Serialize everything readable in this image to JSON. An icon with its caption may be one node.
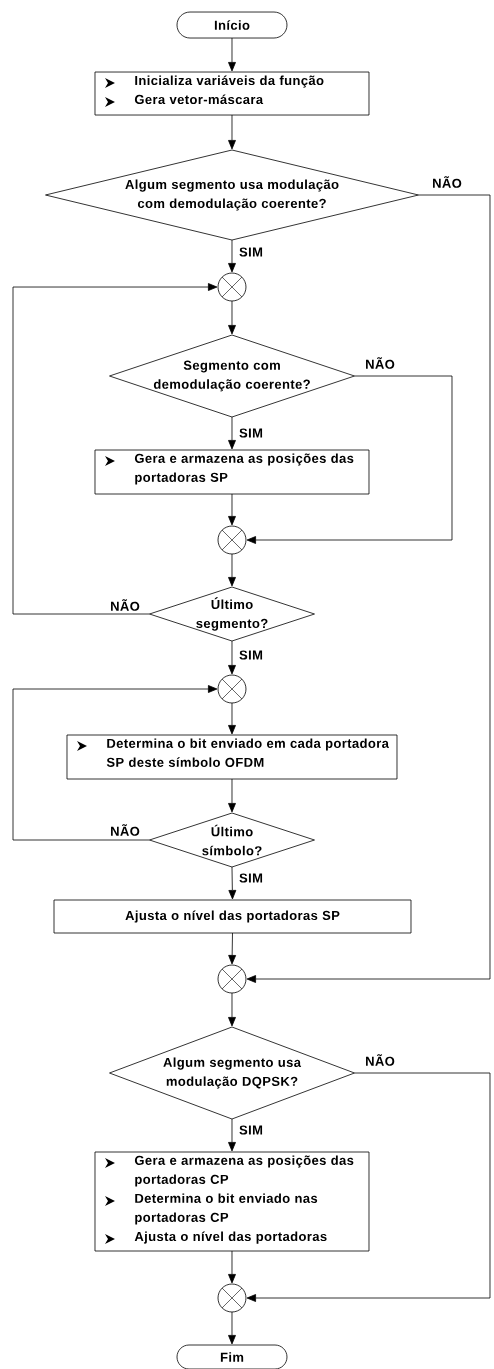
{
  "diagram": {
    "nodes": [
      {
        "text": [
          "Início"
        ]
      },
      {
        "text": [
          "Inicializa variáveis da função",
          "Gera vetor-máscara"
        ]
      },
      {
        "text": [
          "Algum segmento usa modulação com demodulação coerente?"
        ]
      },
      {
        "text": [],
        "shape": "circle"
      },
      {
        "text": [
          "Segmento com demodulação coerente?"
        ]
      },
      {
        "text": [
          "Gera e armazena as posições das portadoras SP"
        ]
      },
      {
        "text": [],
        "shape": "circle"
      },
      {
        "text": [
          "Último segmento?"
        ]
      },
      {
        "text": [],
        "shape": "circle"
      },
      {
        "text": [
          "Determina o bit enviado em cada portadora SP deste símbolo OFDM"
        ]
      },
      {
        "text": [
          "Último símbolo?"
        ]
      },
      {
        "text": [
          "Ajusta o nível das portadoras SP"
        ]
      },
      {
        "text": [],
        "shape": "circle"
      },
      {
        "text": [
          "Algum segmento usa modulação DQPSK?"
        ]
      },
      {
        "text": [
          "Gera e armazena as posições das portadoras CP",
          "Determina o bit enviado nas portadoras CP",
          "Ajusta o nível das portadoras"
        ]
      },
      {
        "text": [],
        "shape": "circle"
      },
      {
        "text": [
          "Fim"
        ]
      }
    ],
    "edges": [
      {
        "from": 0,
        "to": 1,
        "arrow": "to"
      },
      {
        "from": 1,
        "to": 2,
        "arrow": "to"
      },
      {
        "from": 2,
        "to": 3,
        "arrow": "to",
        "label": "SIM"
      },
      {
        "from": 2,
        "to": 12,
        "arrow": "to",
        "label": "NÃO"
      },
      {
        "from": 3,
        "to": 4,
        "arrow": "to"
      },
      {
        "from": 4,
        "to": 5,
        "arrow": "to",
        "label": "SIM"
      },
      {
        "from": 4,
        "to": 6,
        "arrow": "to",
        "label": "NÃO"
      },
      {
        "from": 5,
        "to": 6,
        "arrow": "to"
      },
      {
        "from": 6,
        "to": 7,
        "arrow": "to"
      },
      {
        "from": 7,
        "to": 3,
        "arrow": "to",
        "label": "NÃO"
      },
      {
        "from": 7,
        "to": 8,
        "arrow": "to",
        "label": "SIM"
      },
      {
        "from": 8,
        "to": 9,
        "arrow": "to"
      },
      {
        "from": 9,
        "to": 10,
        "arrow": "to"
      },
      {
        "from": 10,
        "to": 8,
        "arrow": "to",
        "label": "NÃO"
      },
      {
        "from": 10,
        "to": 11,
        "arrow": "to",
        "label": "SIM"
      },
      {
        "from": 11,
        "to": 12,
        "arrow": "to"
      },
      {
        "from": 12,
        "to": 13,
        "arrow": "to"
      },
      {
        "from": 13,
        "to": 14,
        "arrow": "to",
        "label": "SIM"
      },
      {
        "from": 13,
        "to": 15,
        "arrow": "to",
        "label": "NÃO"
      },
      {
        "from": 14,
        "to": 15,
        "arrow": "to"
      },
      {
        "from": 15,
        "to": 16,
        "arrow": "to"
      }
    ]
  }
}
